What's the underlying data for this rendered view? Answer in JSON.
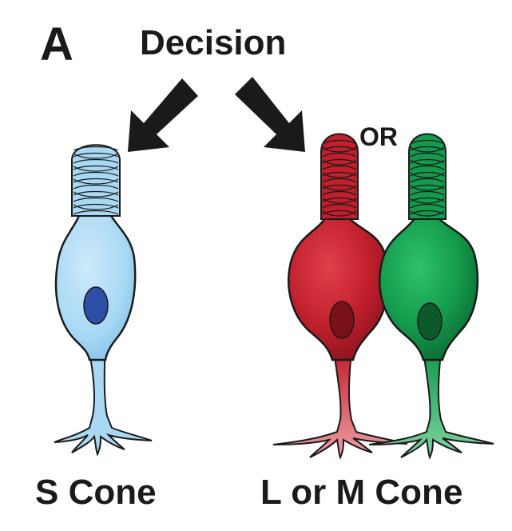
{
  "panel_label": "A",
  "title": "Decision",
  "or_label": "OR",
  "labels": {
    "left": "S Cone",
    "right": "L or M Cone"
  },
  "cells": [
    {
      "id": "s-cone",
      "fill": "#a8d8f4",
      "stroke": "#1a1a1a",
      "nucleus": "#2d4fa8"
    },
    {
      "id": "l-cone",
      "fill": "#c01f2c",
      "stroke": "#1a1a1a",
      "nucleus": "#7a1018"
    },
    {
      "id": "m-cone",
      "fill": "#139a4c",
      "stroke": "#1a1a1a",
      "nucleus": "#0b5a2c"
    }
  ],
  "colors": {
    "arrow": "#1a1a1a",
    "text": "#1a1a1a"
  }
}
